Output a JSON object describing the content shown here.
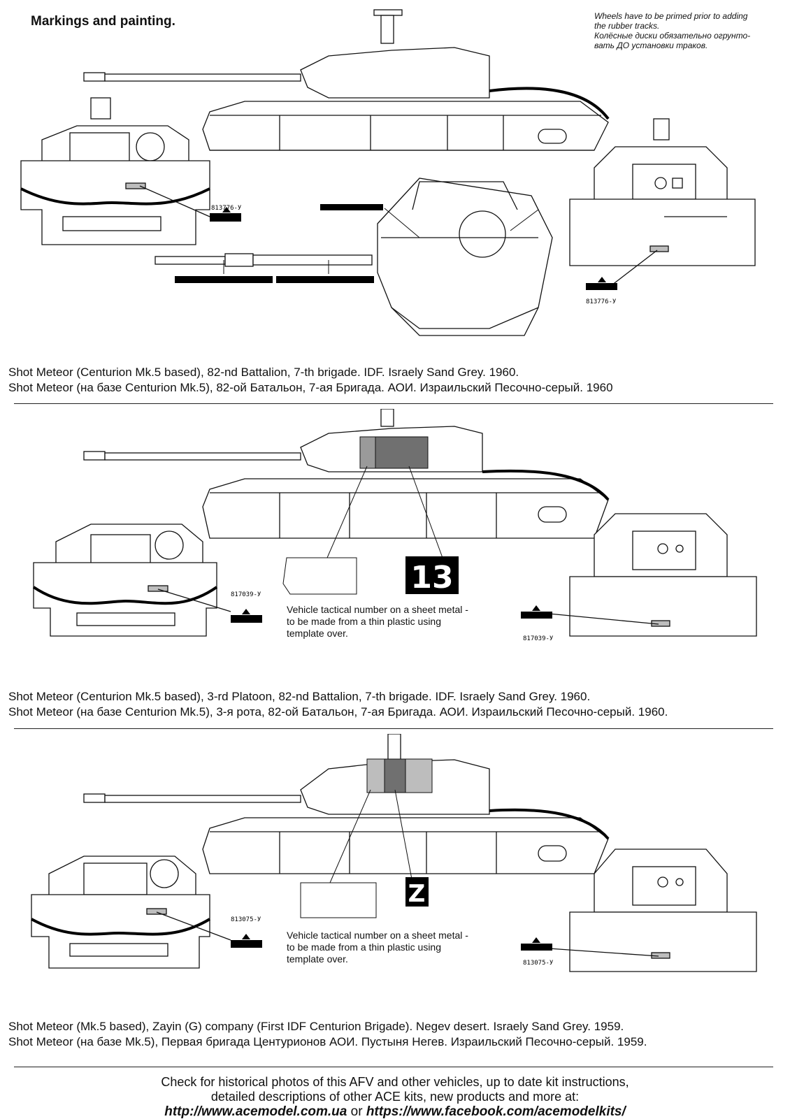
{
  "header": {
    "title": "Markings and painting.",
    "note_lines": [
      "Wheels have to be primed prior to adding",
      "the rubber tracks.",
      "Колёсные диски обязательно огрунто-",
      "вать ДО установки траков."
    ]
  },
  "schemes": [
    {
      "caption_en": "Shot Meteor (Centurion Mk.5 based), 82-nd Battalion, 7-th brigade. IDF. Israely Sand Grey. 1960.",
      "caption_ru": "Shot Meteor (на базе Centurion Mk.5), 82-ой Батальон, 7-ая Бригада. АОИ. Израильский Песочно-серый. 1960",
      "serial": "813776-У"
    },
    {
      "caption_en": "Shot Meteor (Centurion Mk.5 based), 3-rd Platoon, 82-nd Battalion, 7-th brigade. IDF. Israely Sand Grey. 1960.",
      "caption_ru": "Shot Meteor (на базе Centurion Mk.5), 3-я рота, 82-ой Батальон, 7-ая Бригада. АОИ. Израильский Песочно-серый. 1960.",
      "serial": "817039-У",
      "tactical_number": "13",
      "instruction_lines": [
        "Vehicle tactical number on a sheet metal -",
        "to be made from a thin plastic using",
        "template over."
      ]
    },
    {
      "caption_en": "Shot Meteor (Mk.5 based), Zayin (G) company (First IDF Centurion Brigade). Negev desert. Israely Sand Grey. 1959.",
      "caption_ru": "Shot Meteor (на базе Mk.5), Первая бригада Центурионов АОИ. Пустыня Негев. Израильский Песочно-серый. 1959.",
      "serial": "813075-У",
      "tactical_number": "Z",
      "instruction_lines": [
        "Vehicle tactical number on a sheet metal -",
        "to be made from a thin plastic using",
        "template over."
      ]
    }
  ],
  "footer": {
    "lines": [
      "Check for historical photos of this AFV and  other vehicles, up to date kit instructions,",
      "detailed descriptions of other ACE kits, new products and more at:"
    ],
    "link1": "http://www.acemodel.com.ua",
    "or": "or",
    "link2": "https://www.facebook.com/acemodelkits/"
  },
  "colors": {
    "ink": "#111111",
    "panel_grey": "#9a9a9a",
    "panel_dark": "#707070",
    "panel_light": "#bdbdbd"
  }
}
